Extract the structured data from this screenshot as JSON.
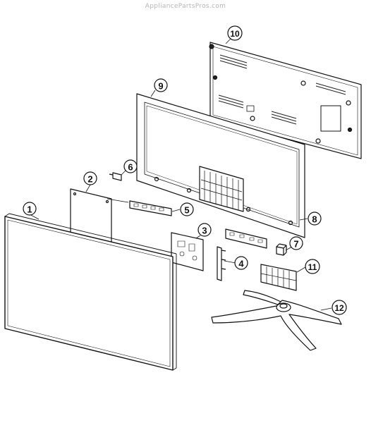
{
  "watermark": "AppliancePartsPros.com",
  "parts": [
    {
      "label": "1"
    },
    {
      "label": "2"
    },
    {
      "label": "3"
    },
    {
      "label": "4"
    },
    {
      "label": "5"
    },
    {
      "label": "6"
    },
    {
      "label": "7"
    },
    {
      "label": "8"
    },
    {
      "label": "9"
    },
    {
      "label": "10"
    },
    {
      "label": "11"
    },
    {
      "label": "12"
    }
  ]
}
